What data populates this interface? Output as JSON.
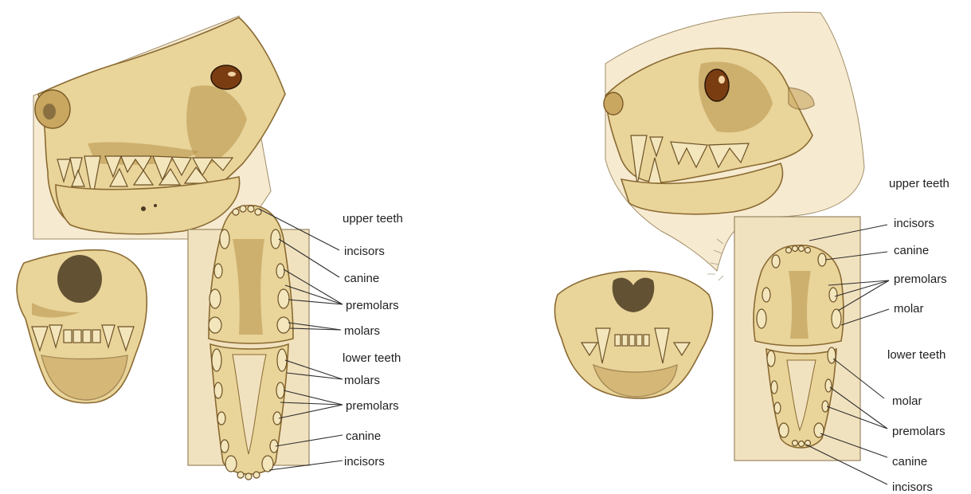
{
  "dog": {
    "labels": {
      "upper_heading": "upper teeth",
      "upper_incisors": "incisors",
      "upper_canine": "canine",
      "upper_premolars": "premolars",
      "upper_molars": "molars",
      "lower_heading": "lower teeth",
      "lower_molars": "molars",
      "lower_premolars": "premolars",
      "lower_canine": "canine",
      "lower_incisors": "incisors"
    }
  },
  "cat": {
    "labels": {
      "upper_heading": "upper teeth",
      "upper_incisors": "incisors",
      "upper_canine": "canine",
      "upper_premolars": "premolars",
      "upper_molar": "molar",
      "lower_heading": "lower teeth",
      "lower_molar": "molar",
      "lower_premolars": "premolars",
      "lower_canine": "canine",
      "lower_incisors": "incisors"
    }
  },
  "colors": {
    "bone": "#e9d49a",
    "bone_outline": "#8a6a32",
    "paper": "#f1e2bf",
    "eye": "#7a3d12",
    "label_text": "#1f1f1f",
    "leader_line": "#2d2d2d"
  }
}
